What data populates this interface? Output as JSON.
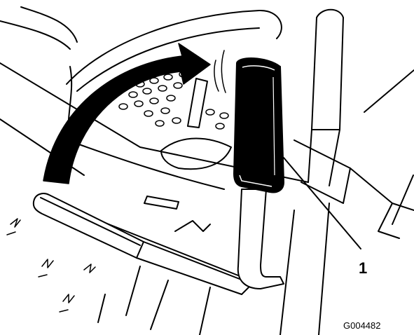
{
  "figure": {
    "callout_number": "1",
    "figure_id": "G004482",
    "icons": [
      "curved-arrow-icon",
      "parking-brake-lever-icon",
      "callout-leader-line"
    ]
  }
}
